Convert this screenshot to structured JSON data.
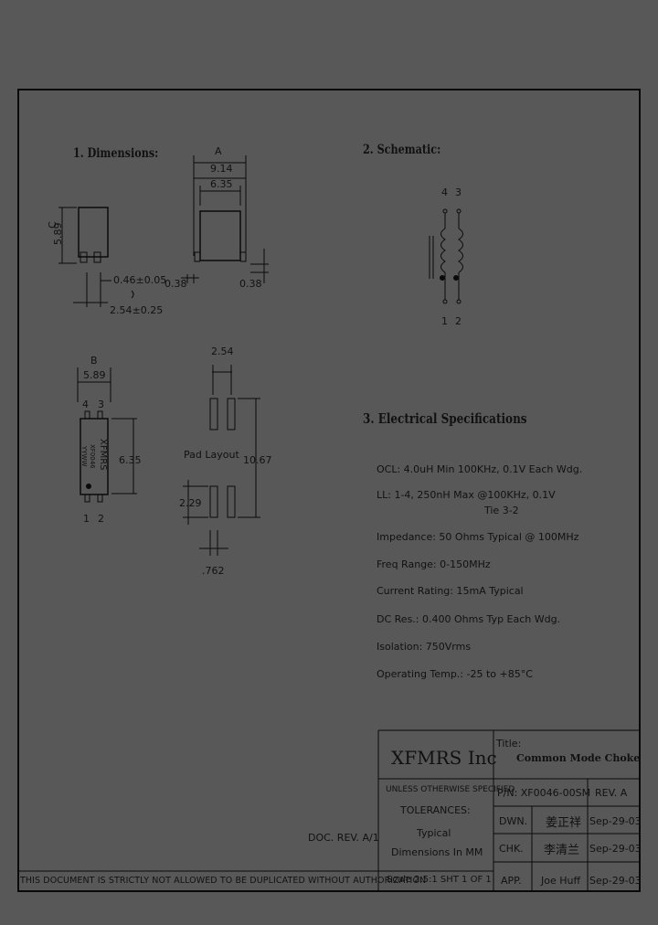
{
  "sections": {
    "dimensions": "1. Dimensions:",
    "schematic": "2. Schematic:",
    "electrical": "3. Electrical Specifications"
  },
  "dimensions": {
    "label_a": "A",
    "dim_9_14": "9.14",
    "dim_6_35_top": "6.35",
    "label_c": "C",
    "dim_5_89_side": "5.89",
    "dim_0_46": "0.46±0.05",
    "dim_2_54_pitch": "2.54±0.25",
    "dim_0_38_left": "0.38",
    "dim_0_38_right": "0.38",
    "label_b": "B",
    "dim_5_89_top": "5.89",
    "dim_6_35_side": "6.35",
    "pin_top": [
      "4",
      "3"
    ],
    "pin_bottom": [
      "1",
      "2"
    ],
    "marking": [
      "XFMRS",
      "XF0046",
      "YYWW"
    ]
  },
  "pad_layout": {
    "title": "Pad Layout",
    "dim_2_54": "2.54",
    "dim_10_67": "10.67",
    "dim_2_29": "2.29",
    "dim_762": ".762"
  },
  "schematic": {
    "pins_top": [
      "4",
      "3"
    ],
    "pins_bottom": [
      "1",
      "2"
    ]
  },
  "specs": [
    "OCL: 4.0uH Min 100KHz, 0.1V Each Wdg.",
    "LL: 1-4, 250nH Max @100KHz, 0.1V",
    "Tie 3-2",
    "Impedance: 50 Ohms Typical @ 100MHz",
    "Freq Range: 0-150MHz",
    "Current Rating: 15mA Typical",
    "DC Res.: 0.400 Ohms Typ Each Wdg.",
    "Isolation: 750Vrms",
    "Operating Temp.: -25 to +85°C"
  ],
  "doc_rev": "DOC. REV. A/1",
  "title_block": {
    "company": "XFMRS Inc",
    "title_label": "Title:",
    "title_value": "Common Mode Choke",
    "unless": "UNLESS OTHERWISE SPECIFIED",
    "tolerances": "TOLERANCES:",
    "typical": "Typical",
    "dimensions_in": "Dimensions In MM",
    "pn": "P/N: XF0046-00SM",
    "rev": "REV. A",
    "dwn_label": "DWN.",
    "dwn_sig": "姜正祥",
    "chk_label": "CHK.",
    "chk_sig": "李清兰",
    "app_label": "APP.",
    "app_value": "Joe Huff",
    "date1": "Sep-29-03",
    "date2": "Sep-29-03",
    "date3": "Sep-29-03",
    "scale": "Scale 2.5:1 SHT 1 OF 1"
  },
  "footer": "THIS DOCUMENT IS STRICTLY NOT ALLOWED TO BE DUPLICATED WITHOUT AUTHORIZATION"
}
